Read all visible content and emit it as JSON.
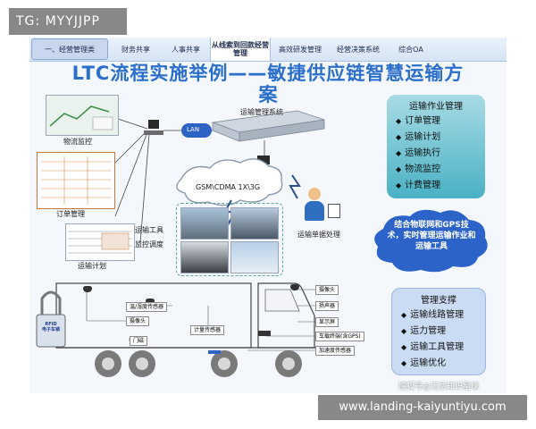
{
  "overlay": {
    "top_label": "TG: MYYJJPP",
    "bottom_label": "www.landing-kaiyuntiyu.com",
    "source_watermark": "搜狐号@无忧知识星球"
  },
  "nav": {
    "first": "一、经营管理类",
    "items": [
      "财务共享",
      "人事共享",
      "从线索到回款经营管理",
      "高效研发管理",
      "经营决策系统",
      "综合OA"
    ],
    "active_index": 2
  },
  "title": {
    "line1": "LTC流程实施举例——敏捷供应链智慧运输方",
    "line2": "案"
  },
  "labels": {
    "logistics_monitor": "物流监控",
    "order_mgmt": "订单管理",
    "transport_plan": "运输计划",
    "transport_tool": "运输工具",
    "monitor_dispatch": "监控调度",
    "lan": "LAN",
    "transport_system": "运输管理系统",
    "network": "GSM\\CDMA 1X\\3G",
    "doc_processing": "运输单据处理",
    "rfid": "RFID\n电子车锁"
  },
  "panels": {
    "ops": {
      "title": "运输作业管理",
      "items": [
        "订单管理",
        "运输计划",
        "运输执行",
        "物流监控",
        "计费管理"
      ],
      "color": "#2a9fb4"
    },
    "cloud": {
      "text": "结合物联网和GPS技术，实时管理运输作业和运输工具",
      "color": "#2c63c9"
    },
    "support": {
      "title": "管理支撑",
      "items": [
        "运输线路管理",
        "运力管理",
        "运输工具管理",
        "运输优化"
      ],
      "color": "#c9dcf3"
    }
  },
  "truck_tags": {
    "t1": "温/湿度传感器",
    "t2": "摄像头",
    "t3": "门磁",
    "t4": "计量传感器",
    "t5": "摄像头",
    "t6": "扬声器",
    "t7": "显示屏",
    "t8": "车载终端(含GPS)",
    "t9": "加速度传感器"
  },
  "colors": {
    "title": "#2c6fcb",
    "accent": "#2a9fb4",
    "cloud": "#2c63c9"
  }
}
